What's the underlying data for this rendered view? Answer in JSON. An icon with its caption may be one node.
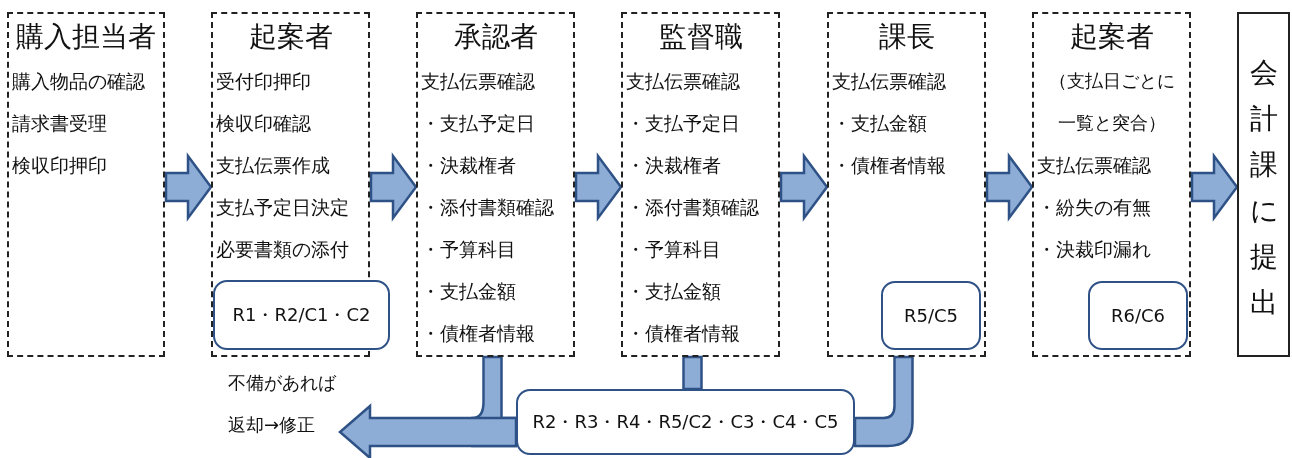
{
  "diagram": {
    "nodes": [
      {
        "text": [
          "購入担当者",
          "購入物品の確認",
          "請求書受理",
          "検収印押印"
        ]
      },
      {
        "text": [
          "起案者",
          "受付印押印",
          "検収印確認",
          "支払伝票作成",
          "支払予定日決定",
          "必要書類の添付"
        ]
      },
      {
        "text": [
          "R1・R2/C1・C2"
        ]
      },
      {
        "text": [
          "承認者",
          "支払伝票確認",
          "・支払予定日",
          "・決裁権者",
          "・添付書類確認",
          "・予算科目",
          "・支払金額",
          "・債権者情報"
        ]
      },
      {
        "text": [
          "監督職",
          "支払伝票確認",
          "・支払予定日",
          "・決裁権者",
          "・添付書類確認",
          "・予算科目",
          "・支払金額",
          "・債権者情報"
        ]
      },
      {
        "text": [
          "課長",
          "支払伝票確認",
          "・支払金額",
          "・債権者情報"
        ]
      },
      {
        "text": [
          "R5/C5"
        ],
        "in": 5
      },
      {
        "text": [
          "起案者",
          "（支払日ごとに一覧と突合）",
          "支払伝票確認",
          "・紛失の有無",
          "・決裁印漏れ"
        ]
      },
      {
        "text": [
          "R6/C6"
        ],
        "in": 7
      },
      {
        "text": [
          "会計課に提出"
        ]
      },
      {
        "text": [
          "R2・R3・R4・R5/C2・C3・C4・C5"
        ]
      }
    ],
    "edges": [
      {
        "from": 0,
        "to": 1,
        "arrow": "to"
      },
      {
        "from": 1,
        "to": 3,
        "arrow": "to"
      },
      {
        "from": 3,
        "to": 4,
        "arrow": "to"
      },
      {
        "from": 4,
        "to": 5,
        "arrow": "to"
      },
      {
        "from": 5,
        "to": 7,
        "arrow": "to"
      },
      {
        "from": 7,
        "to": 9,
        "arrow": "to"
      },
      {
        "from": 3,
        "to": 10,
        "arrow": "none"
      },
      {
        "from": 4,
        "to": 10,
        "arrow": "none"
      },
      {
        "from": 5,
        "to": 10,
        "arrow": "none"
      },
      {
        "from": 10,
        "to": null,
        "arrow": "to"
      }
    ],
    "labels": [
      "不備があれば返却→修正"
    ]
  }
}
